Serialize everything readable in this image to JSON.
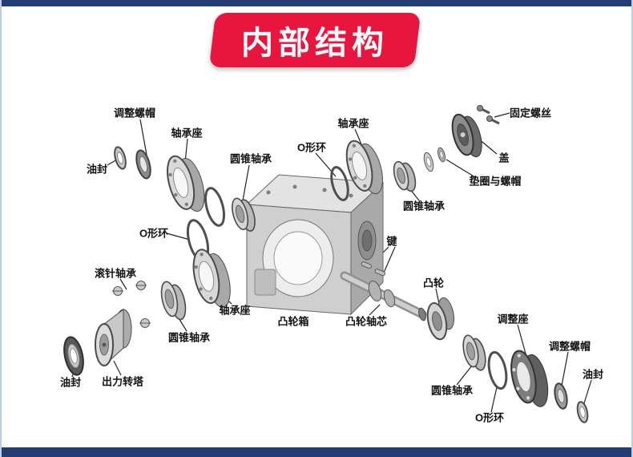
{
  "banner": {
    "title": "内部结构"
  },
  "colors": {
    "banner_bg": "#e8163f",
    "frame_blue": "#223e75",
    "frame_light_blue": "#b9cfe8",
    "label_text": "#111111"
  },
  "labels": [
    "调整螺帽",
    "轴承座",
    "油封",
    "圆锥轴承",
    "O形环",
    "轴承座",
    "固定螺丝",
    "盖",
    "垫圈与螺帽",
    "圆锥轴承",
    "O形环",
    "键",
    "滚针轴承",
    "轴承座",
    "凸轮箱",
    "凸轮轴芯",
    "凸轮",
    "圆锥轴承",
    "油封",
    "出力转塔",
    "调整座",
    "调整螺帽",
    "油封",
    "圆锥轴承",
    "O形环"
  ]
}
